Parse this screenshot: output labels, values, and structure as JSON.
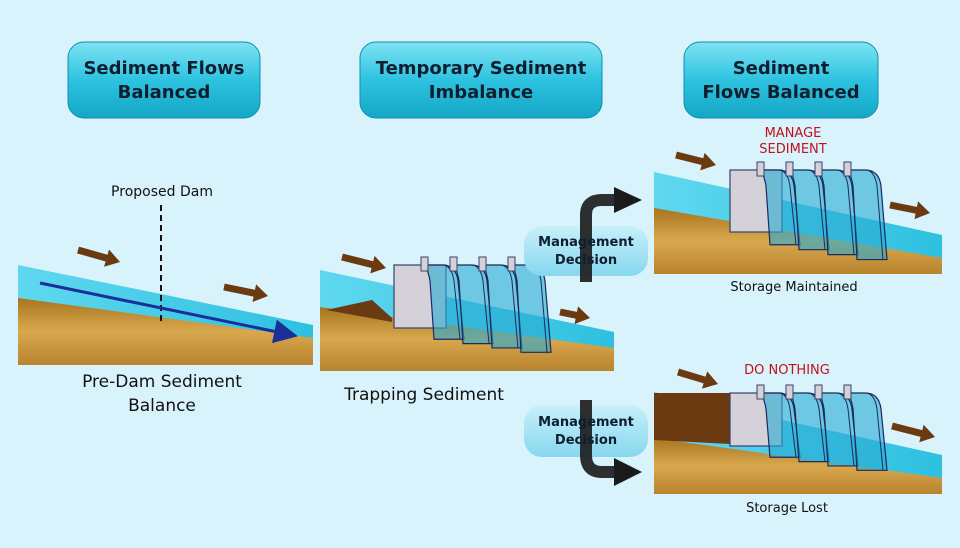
{
  "titles": {
    "left": [
      "Sediment Flows",
      "Balanced"
    ],
    "middle": [
      "Temporary Sediment",
      "Imbalance"
    ],
    "right": [
      "Sediment",
      "Flows Balanced"
    ]
  },
  "labels": {
    "proposed_dam": "Proposed Dam",
    "pre_dam": [
      "Pre-Dam Sediment",
      "Balance"
    ],
    "trapping": "Trapping Sediment",
    "manage": [
      "MANAGE",
      "SEDIMENT"
    ],
    "storage_maintained": "Storage Maintained",
    "do_nothing": "DO NOTHING",
    "storage_lost": "Storage Lost",
    "decision_top": [
      "Management",
      "Decision"
    ],
    "decision_bottom": [
      "Management",
      "Decision"
    ]
  },
  "colors": {
    "background": "#d8f3fc",
    "water": "#3cc8e4",
    "land": "#c8953a",
    "sediment": "#6b3a10",
    "arrow_brown": "#6b3a10",
    "accent_red": "#c0121c",
    "title_button": "#29bfdc"
  }
}
